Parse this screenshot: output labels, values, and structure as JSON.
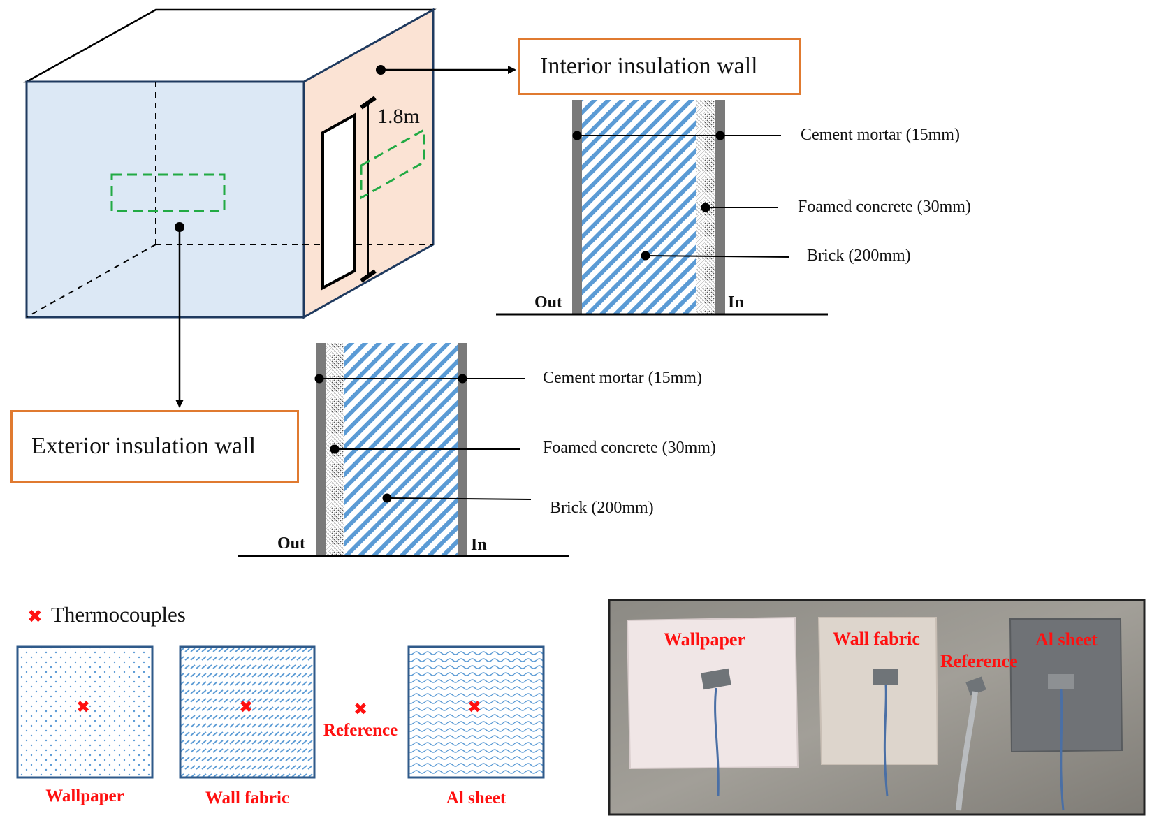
{
  "room": {
    "height_label": "1.8m"
  },
  "interior_wall": {
    "title": "Interior insulation wall",
    "layers": [
      "Cement mortar (15mm)",
      "Foamed concrete (30mm)",
      "Brick (200mm)"
    ],
    "out_label": "Out",
    "in_label": "In"
  },
  "exterior_wall": {
    "title": "Exterior insulation wall",
    "layers": [
      "Cement mortar (15mm)",
      "Foamed concrete (30mm)",
      "Brick (200mm)"
    ],
    "out_label": "Out",
    "in_label": "In"
  },
  "legend": {
    "marker_label": "Thermocouples"
  },
  "samples": [
    {
      "label": "Wallpaper",
      "pattern": "dots"
    },
    {
      "label": "Wall fabric",
      "pattern": "diagonal-dashes"
    },
    {
      "label": "Al sheet",
      "pattern": "waves"
    }
  ],
  "reference_label": "Reference",
  "photo": {
    "labels": [
      "Wallpaper",
      "Wall fabric",
      "Reference",
      "Al sheet"
    ]
  },
  "colors": {
    "front_face": "#dce8f5",
    "side_face": "#fbe3d4",
    "box_border": "#e07a30",
    "hatch": "#5b9bd5",
    "mortar": "#7a7a7a",
    "marker": "#ff1010",
    "dashed_region": "#22aa44"
  }
}
